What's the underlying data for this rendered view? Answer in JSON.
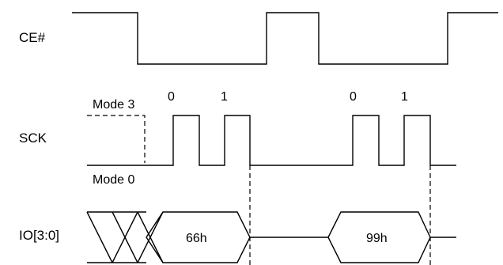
{
  "signals": {
    "ce": "CE#",
    "sck": "SCK",
    "io": "IO[3:0]"
  },
  "modes": {
    "mode3": "Mode 3",
    "mode0": "Mode 0"
  },
  "clock_bits": [
    "0",
    "1",
    "0",
    "1"
  ],
  "data_bytes": [
    "66h",
    "99h"
  ]
}
